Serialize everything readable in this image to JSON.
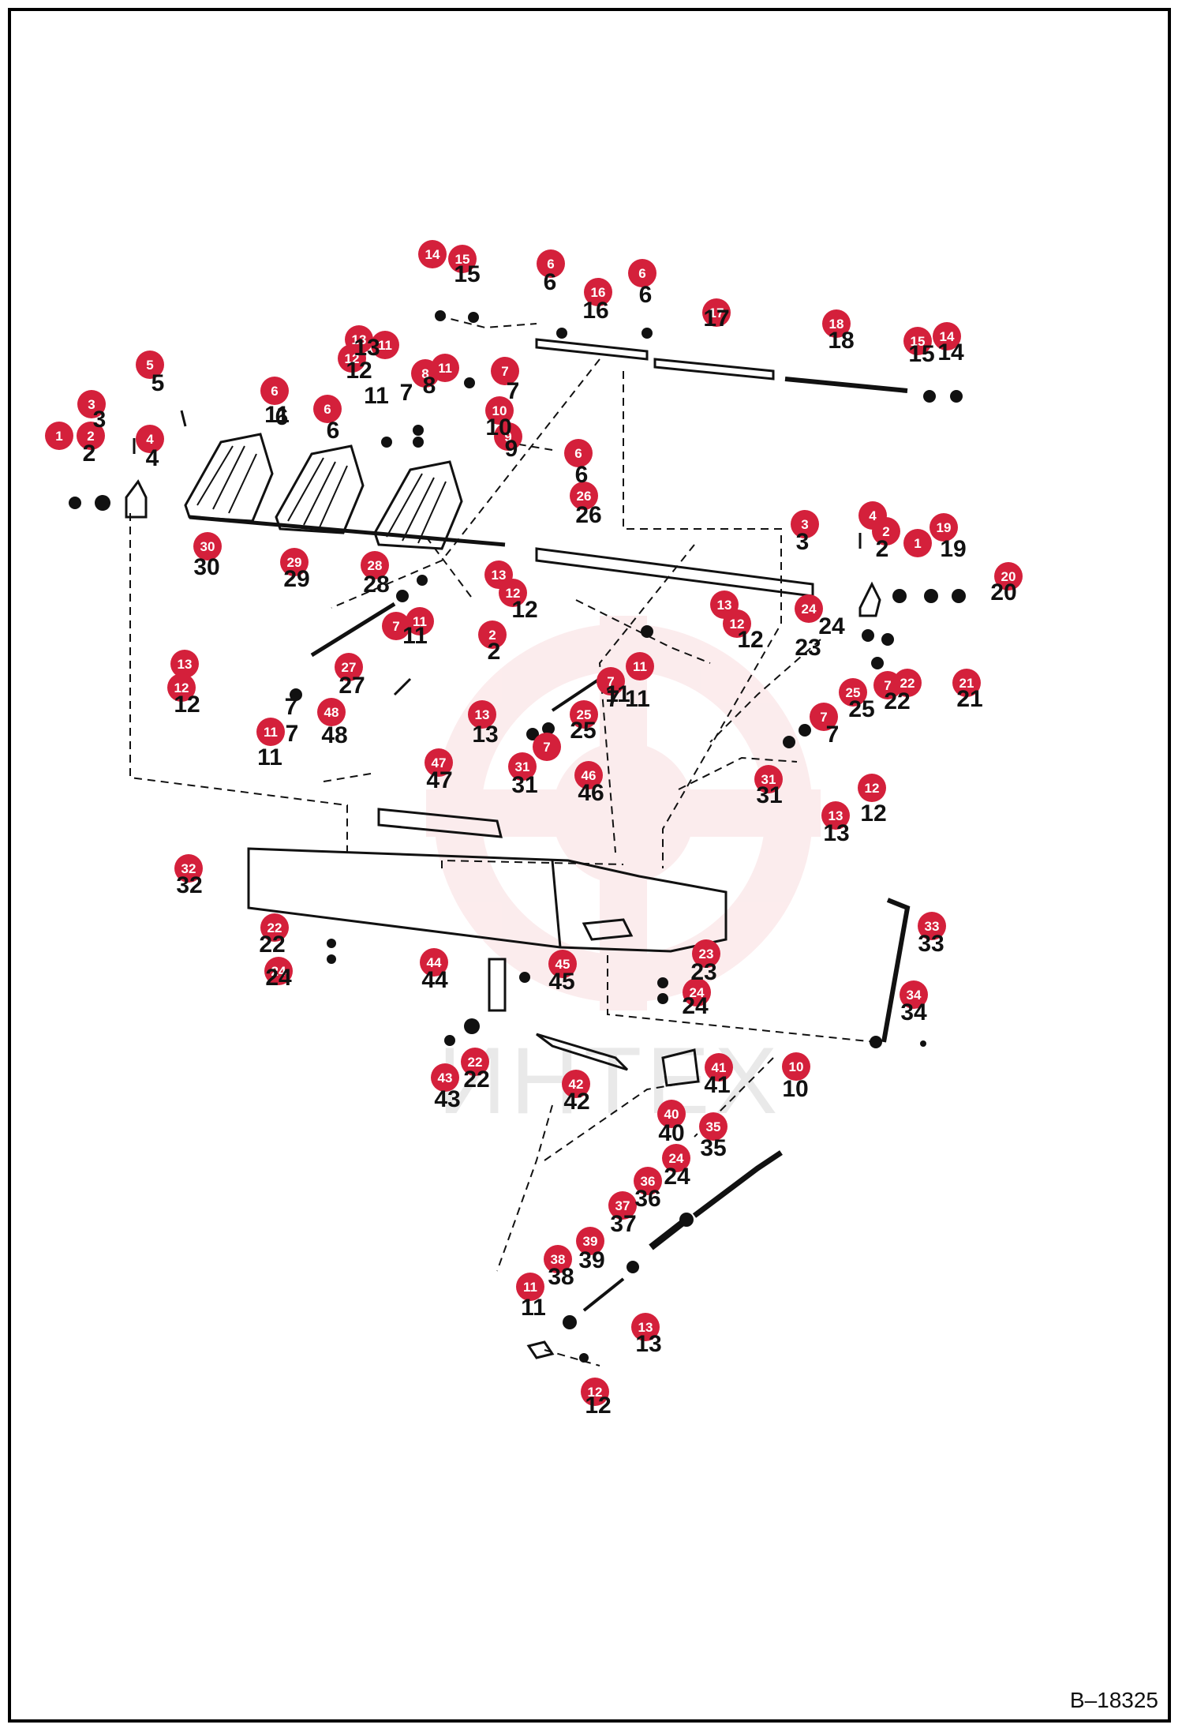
{
  "drawing_number": "B–18325",
  "watermark_text": "ИНТЕХ",
  "colors": {
    "callout": "#d4203b",
    "line": "#111111",
    "watermark": "#f6c9cc"
  },
  "callouts": [
    {
      "n": "14"
    },
    {
      "n": "15"
    },
    {
      "n": "6"
    },
    {
      "n": "16"
    },
    {
      "n": "6"
    },
    {
      "n": "17"
    },
    {
      "n": "18"
    },
    {
      "n": "15"
    },
    {
      "n": "14"
    },
    {
      "n": "13"
    },
    {
      "n": "12"
    },
    {
      "n": "11"
    },
    {
      "n": "5"
    },
    {
      "n": "11"
    },
    {
      "n": "8"
    },
    {
      "n": "7"
    },
    {
      "n": "6"
    },
    {
      "n": "6"
    },
    {
      "n": "10"
    },
    {
      "n": "9"
    },
    {
      "n": "3"
    },
    {
      "n": "1"
    },
    {
      "n": "2"
    },
    {
      "n": "4"
    },
    {
      "n": "6"
    },
    {
      "n": "26"
    },
    {
      "n": "3"
    },
    {
      "n": "4"
    },
    {
      "n": "2"
    },
    {
      "n": "1"
    },
    {
      "n": "19"
    },
    {
      "n": "20"
    },
    {
      "n": "30"
    },
    {
      "n": "29"
    },
    {
      "n": "28"
    },
    {
      "n": "13"
    },
    {
      "n": "12"
    },
    {
      "n": "13"
    },
    {
      "n": "12"
    },
    {
      "n": "24"
    },
    {
      "n": "7"
    },
    {
      "n": "11"
    },
    {
      "n": "2"
    },
    {
      "n": "27"
    },
    {
      "n": "13"
    },
    {
      "n": "12"
    },
    {
      "n": "7"
    },
    {
      "n": "11"
    },
    {
      "n": "25"
    },
    {
      "n": "25"
    },
    {
      "n": "7"
    },
    {
      "n": "22"
    },
    {
      "n": "21"
    },
    {
      "n": "7"
    },
    {
      "n": "11"
    },
    {
      "n": "48"
    },
    {
      "n": "13"
    },
    {
      "n": "7"
    },
    {
      "n": "47"
    },
    {
      "n": "31"
    },
    {
      "n": "46"
    },
    {
      "n": "31"
    },
    {
      "n": "12"
    },
    {
      "n": "13"
    },
    {
      "n": "32"
    },
    {
      "n": "22"
    },
    {
      "n": "24"
    },
    {
      "n": "44"
    },
    {
      "n": "45"
    },
    {
      "n": "23"
    },
    {
      "n": "24"
    },
    {
      "n": "33"
    },
    {
      "n": "34"
    },
    {
      "n": "22"
    },
    {
      "n": "43"
    },
    {
      "n": "42"
    },
    {
      "n": "41"
    },
    {
      "n": "10"
    },
    {
      "n": "40"
    },
    {
      "n": "35"
    },
    {
      "n": "24"
    },
    {
      "n": "36"
    },
    {
      "n": "37"
    },
    {
      "n": "39"
    },
    {
      "n": "38"
    },
    {
      "n": "11"
    },
    {
      "n": "13"
    },
    {
      "n": "12"
    }
  ],
  "labels": [
    {
      "t": "15"
    },
    {
      "t": "6"
    },
    {
      "t": "16"
    },
    {
      "t": "6"
    },
    {
      "t": "17"
    },
    {
      "t": "18"
    },
    {
      "t": "15"
    },
    {
      "t": "14"
    },
    {
      "t": "13"
    },
    {
      "t": "12"
    },
    {
      "t": "11"
    },
    {
      "t": "5"
    },
    {
      "t": "7"
    },
    {
      "t": "8"
    },
    {
      "t": "7"
    },
    {
      "t": "11"
    },
    {
      "t": "6"
    },
    {
      "t": "6"
    },
    {
      "t": "10"
    },
    {
      "t": "9"
    },
    {
      "t": "3"
    },
    {
      "t": "2"
    },
    {
      "t": "4"
    },
    {
      "t": "6"
    },
    {
      "t": "26"
    },
    {
      "t": "3"
    },
    {
      "t": "2"
    },
    {
      "t": "19"
    },
    {
      "t": "20"
    },
    {
      "t": "30"
    },
    {
      "t": "29"
    },
    {
      "t": "28"
    },
    {
      "t": "12"
    },
    {
      "t": "12"
    },
    {
      "t": "24"
    },
    {
      "t": "23"
    },
    {
      "t": "11"
    },
    {
      "t": "27"
    },
    {
      "t": "12"
    },
    {
      "t": "7"
    },
    {
      "t": "11"
    },
    {
      "t": "2"
    },
    {
      "t": "13"
    },
    {
      "t": "25"
    },
    {
      "t": "11"
    },
    {
      "t": "7"
    },
    {
      "t": "25"
    },
    {
      "t": "22"
    },
    {
      "t": "21"
    },
    {
      "t": "7"
    },
    {
      "t": "48"
    },
    {
      "t": "47"
    },
    {
      "t": "31"
    },
    {
      "t": "46"
    },
    {
      "t": "31"
    },
    {
      "t": "12"
    },
    {
      "t": "13"
    },
    {
      "t": "32"
    },
    {
      "t": "22"
    },
    {
      "t": "24"
    },
    {
      "t": "44"
    },
    {
      "t": "45"
    },
    {
      "t": "23"
    },
    {
      "t": "24"
    },
    {
      "t": "33"
    },
    {
      "t": "34"
    },
    {
      "t": "22"
    },
    {
      "t": "43"
    },
    {
      "t": "42"
    },
    {
      "t": "41"
    },
    {
      "t": "10"
    },
    {
      "t": "40"
    },
    {
      "t": "35"
    },
    {
      "t": "24"
    },
    {
      "t": "36"
    },
    {
      "t": "37"
    },
    {
      "t": "39"
    },
    {
      "t": "38"
    },
    {
      "t": "11"
    },
    {
      "t": "13"
    },
    {
      "t": "12"
    },
    {
      "t": "11"
    },
    {
      "t": "7"
    }
  ]
}
